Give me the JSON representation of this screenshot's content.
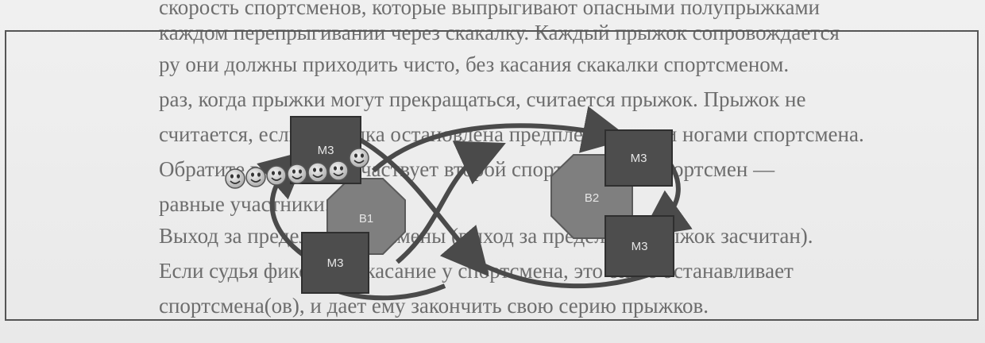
{
  "text_lines": [
    "скорость спортсменов, которые выпрыгивают опасными полупрыжками",
    "каждом перепрыгивании через скакалку. Каждый прыжок сопровождается",
    "ру они должны приходить чисто, без касания скакалки спортсменом.",
    "раз, когда прыжки могут прекращаться, считается прыжок. Прыжок не",
    "считается, если скакалка остановлена предплечьями или ногами спортсмена.",
    "Обратите внимание: участвует второй спортсмен или спортсмен —",
    "равные участники.",
    "Выход за пределы: спортсмены (выход за пределы) (Прыжок засчитан).",
    "Если судья фиксирует касание у спортсмена, это он не останавливает",
    "спортсмена(ов), и дает ему закончить свою серию прыжков."
  ],
  "diagram": {
    "labels": {
      "m3_top_left": "M3",
      "m3_bottom_left": "M3",
      "m3_top_right": "M3",
      "m3_bottom_right": "M3",
      "b1": "B1",
      "b2": "B2"
    },
    "smiley_count": 7,
    "colors": {
      "box": "#4d4d4d",
      "octagon": "#7f7f7f",
      "arrow": "#4a4a4a"
    }
  }
}
